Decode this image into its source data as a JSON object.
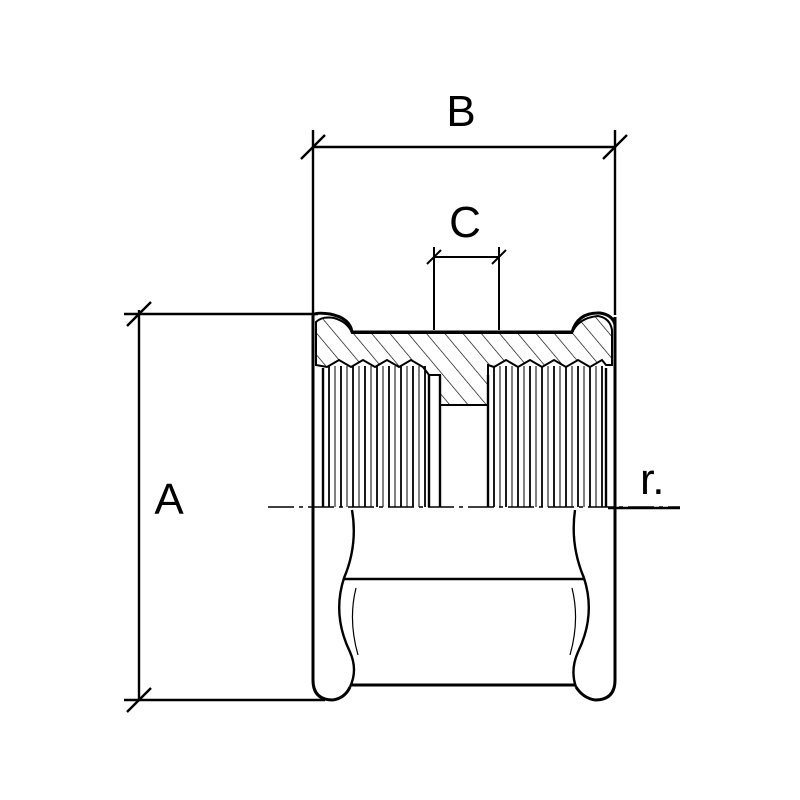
{
  "labels": {
    "a": "A",
    "b": "B",
    "c": "C",
    "r": "r."
  },
  "colors": {
    "stroke": "#000000",
    "background": "#ffffff"
  }
}
